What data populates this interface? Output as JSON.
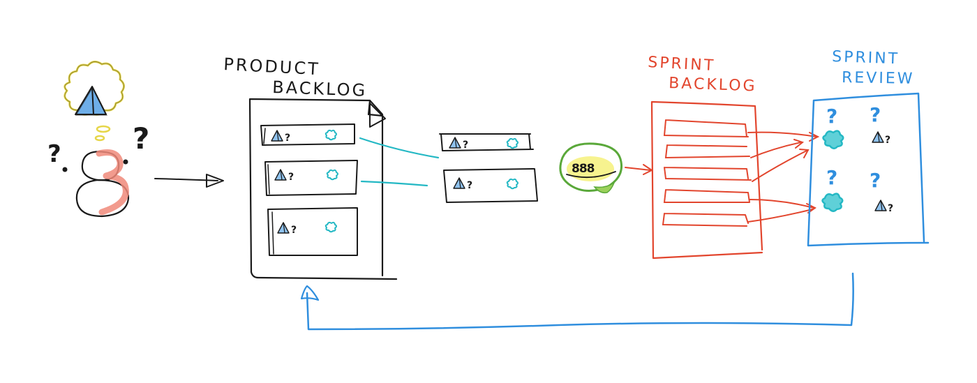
{
  "labels": {
    "product_backlog_line1": "PRODUCT",
    "product_backlog_line2": "BACKLOG",
    "sprint_backlog_line1": "SPRINT",
    "sprint_backlog_line2": "BACKLOG",
    "sprint_review_line1": "SPRINT",
    "sprint_review_line2": "REVIEW"
  },
  "glyphs": {
    "question": "?",
    "team": "888"
  },
  "colors": {
    "ink": "#1a1a1a",
    "product_blue": "#3a7ed6",
    "cyan": "#24b8c4",
    "sprint_red": "#e2452d",
    "review_blue": "#2f8ede",
    "thought_yellow": "#e6d64a",
    "person_pink": "#f08a7a",
    "team_green": "#5aa83a",
    "team_yellow": "#f4ef6a"
  }
}
